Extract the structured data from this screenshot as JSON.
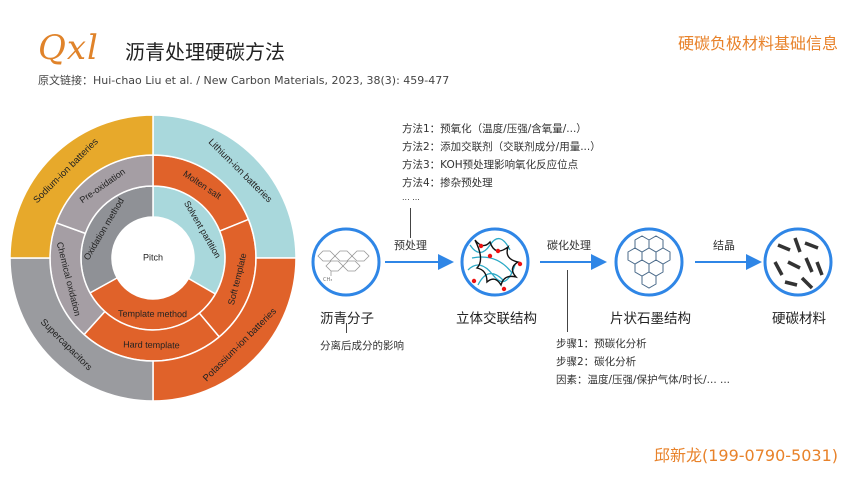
{
  "header": {
    "logo": "Qxl",
    "title": "沥青处理硬碳方法",
    "citation": "原文链接：Hui-chao Liu et al. / New Carbon Materials, 2023, 38(3): 459-477",
    "topic": "硬碳负极材料基础信息"
  },
  "footer": {
    "contact": "邱新龙(199-0790-5031)"
  },
  "colors": {
    "orange": "#e0622a",
    "blue": "#a9d8dc",
    "grey": "#8f9196",
    "lightgrey": "#a59ea4",
    "gold": "#e7a92b",
    "accent": "#e8822a",
    "circle": "#2f86e6"
  },
  "sunburst": {
    "center": "Pitch",
    "inner": [
      {
        "label": "Solvent partition",
        "start": 0,
        "end": 120,
        "color": "#a9d8dc"
      },
      {
        "label": "Template method",
        "start": 120,
        "end": 241,
        "color": "#e0622a"
      },
      {
        "label": "Oxidation method",
        "start": 241,
        "end": 360,
        "color": "#8f9196"
      }
    ],
    "middle": [
      {
        "label": "Molten salt",
        "start": 0,
        "end": 68,
        "color": "#e0622a"
      },
      {
        "label": "Soft template",
        "start": 68,
        "end": 140,
        "color": "#e0622a"
      },
      {
        "label": "Hard template",
        "start": 140,
        "end": 222,
        "color": "#e0622a"
      },
      {
        "label": "Chemical oxidation",
        "start": 222,
        "end": 290,
        "color": "#a59ea4"
      },
      {
        "label": "Pre-oxidation",
        "start": 290,
        "end": 360,
        "color": "#a59ea4"
      }
    ],
    "outer": [
      {
        "label": "Lithium-ion batteries",
        "start": 0,
        "end": 90,
        "color": "#a9d8dc"
      },
      {
        "label": "Potassium-ion batteries",
        "start": 90,
        "end": 180,
        "color": "#e0622a"
      },
      {
        "label": "Supercapacitors",
        "start": 180,
        "end": 270,
        "color": "#9a9b9f"
      },
      {
        "label": "Sodium-ion batteries",
        "start": 270,
        "end": 360,
        "color": "#e7a92b"
      }
    ]
  },
  "flow": {
    "methods": [
      "方法1：预氧化（温度/压强/含氧量/...）",
      "方法2：添加交联剂（交联剂成分/用量...）",
      "方法3：KOH预处理影响氧化反应位点",
      "方法4：掺杂预处理",
      "... ..."
    ],
    "arrows": [
      "预处理",
      "碳化处理",
      "结晶"
    ],
    "stages": [
      "沥青分子",
      "立体交联结构",
      "片状石墨结构",
      "硬碳材料"
    ],
    "molecule_note": "CH₃",
    "pitch_note": "分离后成分的影响",
    "steps": [
      "步骤1：预碳化分析",
      "步骤2：碳化分析",
      "因素：温度/压强/保护气体/时长/... ..."
    ]
  }
}
